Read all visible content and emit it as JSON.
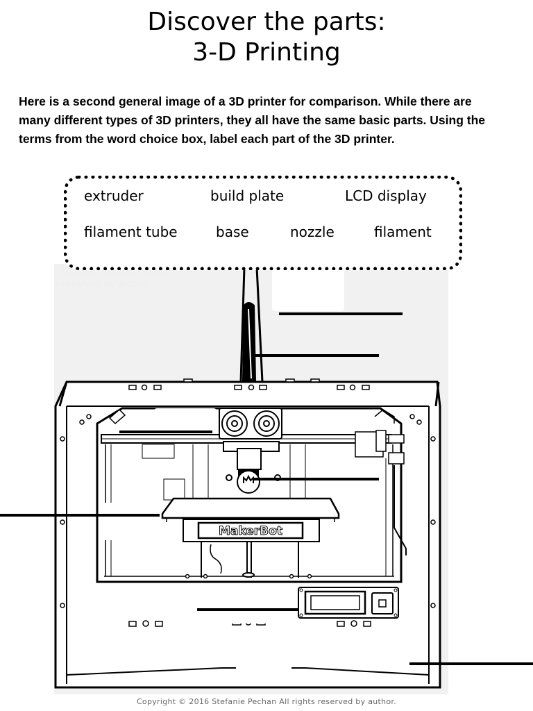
{
  "title": {
    "line1": "Discover the parts:",
    "line2": "3-D Printing"
  },
  "instructions": "Here is a second general image of a 3D printer for comparison. While there are many different types of 3D printers, they all have the same basic parts. Using the terms from the word choice box, label each part of the 3D printer.",
  "word_choices": [
    "extruder",
    "build plate",
    "LCD display",
    "filament tube",
    "base",
    "nozzle",
    "filament"
  ],
  "printer_brand": "MakerBot",
  "watermark": {
    "line1": "t © 2016 Stefanie Pechan",
    "line2": "s reserved by author."
  },
  "copyright": "Copyright © 2016 Stefanie Pechan   All rights reserved by author."
}
